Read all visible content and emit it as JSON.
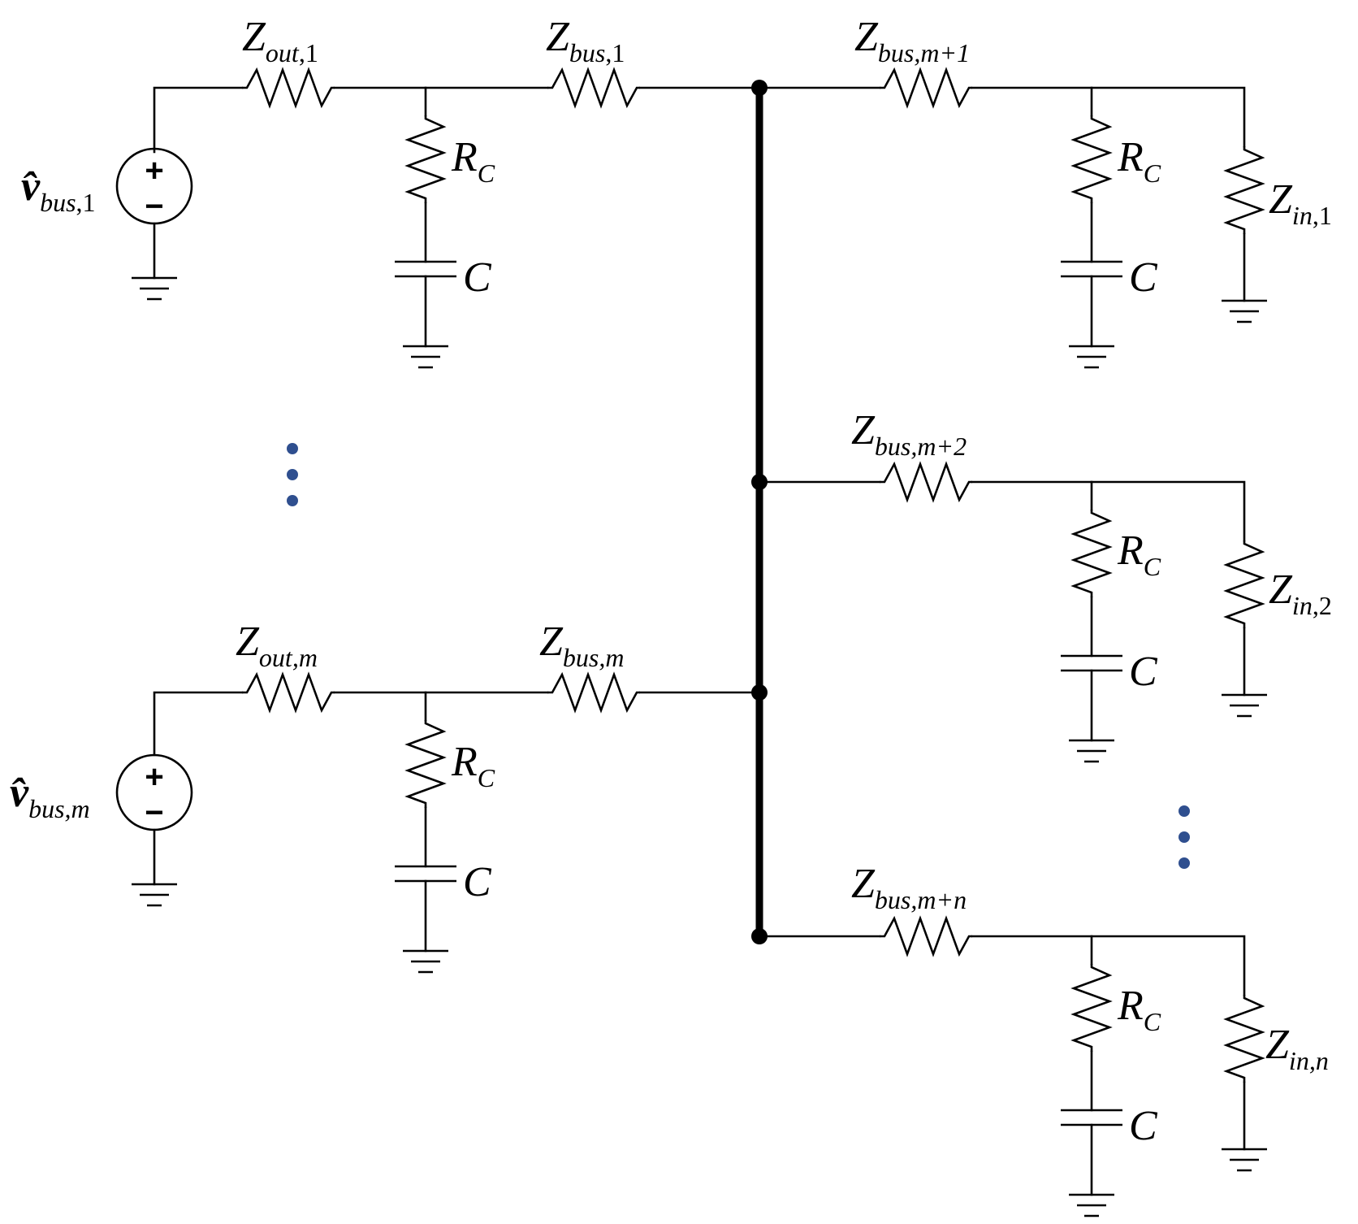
{
  "labels": {
    "zout_1": {
      "main": "Z",
      "sub": "out",
      "idx": ",1"
    },
    "zbus_1": {
      "main": "Z",
      "sub": "bus",
      "idx": ",1"
    },
    "zbus_m1": {
      "main": "Z",
      "sub": "bus",
      "idx": ",m+1"
    },
    "zbus_m2": {
      "main": "Z",
      "sub": "bus",
      "idx": ",m+2"
    },
    "zbus_mn": {
      "main": "Z",
      "sub": "bus",
      "idx": ",m+n"
    },
    "zout_m": {
      "main": "Z",
      "sub": "out",
      "idx": ",m"
    },
    "zbus_m": {
      "main": "Z",
      "sub": "bus",
      "idx": ",m"
    },
    "zin_1": {
      "main": "Z",
      "sub": "in",
      "idx": ",1"
    },
    "zin_2": {
      "main": "Z",
      "sub": "in",
      "idx": ",2"
    },
    "zin_n": {
      "main": "Z",
      "sub": "in",
      "idx": ",n"
    },
    "rc": {
      "main": "R",
      "sub": "C"
    },
    "cap": "C",
    "vbus_1": {
      "main": "v̂",
      "sub": "bus",
      "idx": ",1"
    },
    "vbus_m": {
      "main": "v̂",
      "sub": "bus",
      "idx": ",m"
    },
    "plus": "+",
    "minus": "−"
  },
  "colors": {
    "ellipsis": "#2f4f8f",
    "wire": "#000000"
  }
}
